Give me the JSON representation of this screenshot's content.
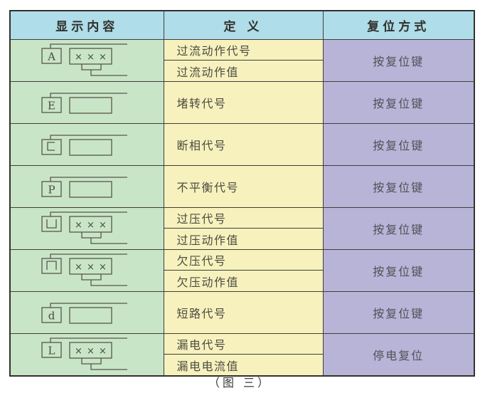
{
  "header": {
    "col1": "显示内容",
    "col2": "定 义",
    "col3": "复位方式"
  },
  "value_placeholder": "×××",
  "rows": [
    {
      "symbol": {
        "char": "A",
        "has_value": true
      },
      "definitions": [
        "过流动作代号",
        "过流动作值"
      ],
      "reset": "按复位键"
    },
    {
      "symbol": {
        "char": "E",
        "has_value": false
      },
      "definitions": [
        "堵转代号"
      ],
      "reset": "按复位键"
    },
    {
      "symbol": {
        "char": "⊏",
        "has_value": false
      },
      "definitions": [
        "断相代号"
      ],
      "reset": "按复位键"
    },
    {
      "symbol": {
        "char": "P",
        "has_value": false
      },
      "definitions": [
        "不平衡代号"
      ],
      "reset": "按复位键"
    },
    {
      "symbol": {
        "char": "⊔",
        "has_value": true
      },
      "definitions": [
        "过压代号",
        "过压动作值"
      ],
      "reset": "按复位键"
    },
    {
      "symbol": {
        "char": "⊓",
        "has_value": true
      },
      "definitions": [
        "欠压代号",
        "欠压动作值"
      ],
      "reset": "按复位键"
    },
    {
      "symbol": {
        "char": "d",
        "has_value": false
      },
      "definitions": [
        "短路代号"
      ],
      "reset": "按复位键"
    },
    {
      "symbol": {
        "char": "L",
        "has_value": true
      },
      "definitions": [
        "漏电代号",
        "漏电电流值"
      ],
      "reset": "停电复位"
    }
  ],
  "caption": "（图 三）",
  "colors": {
    "header_bg": "#afdde9",
    "display_bg": "#c9e5c7",
    "definition_bg": "#f7f2bd",
    "reset_bg": "#b8b4d7",
    "border": "#3f3e3a",
    "text": "#4c4b43"
  }
}
